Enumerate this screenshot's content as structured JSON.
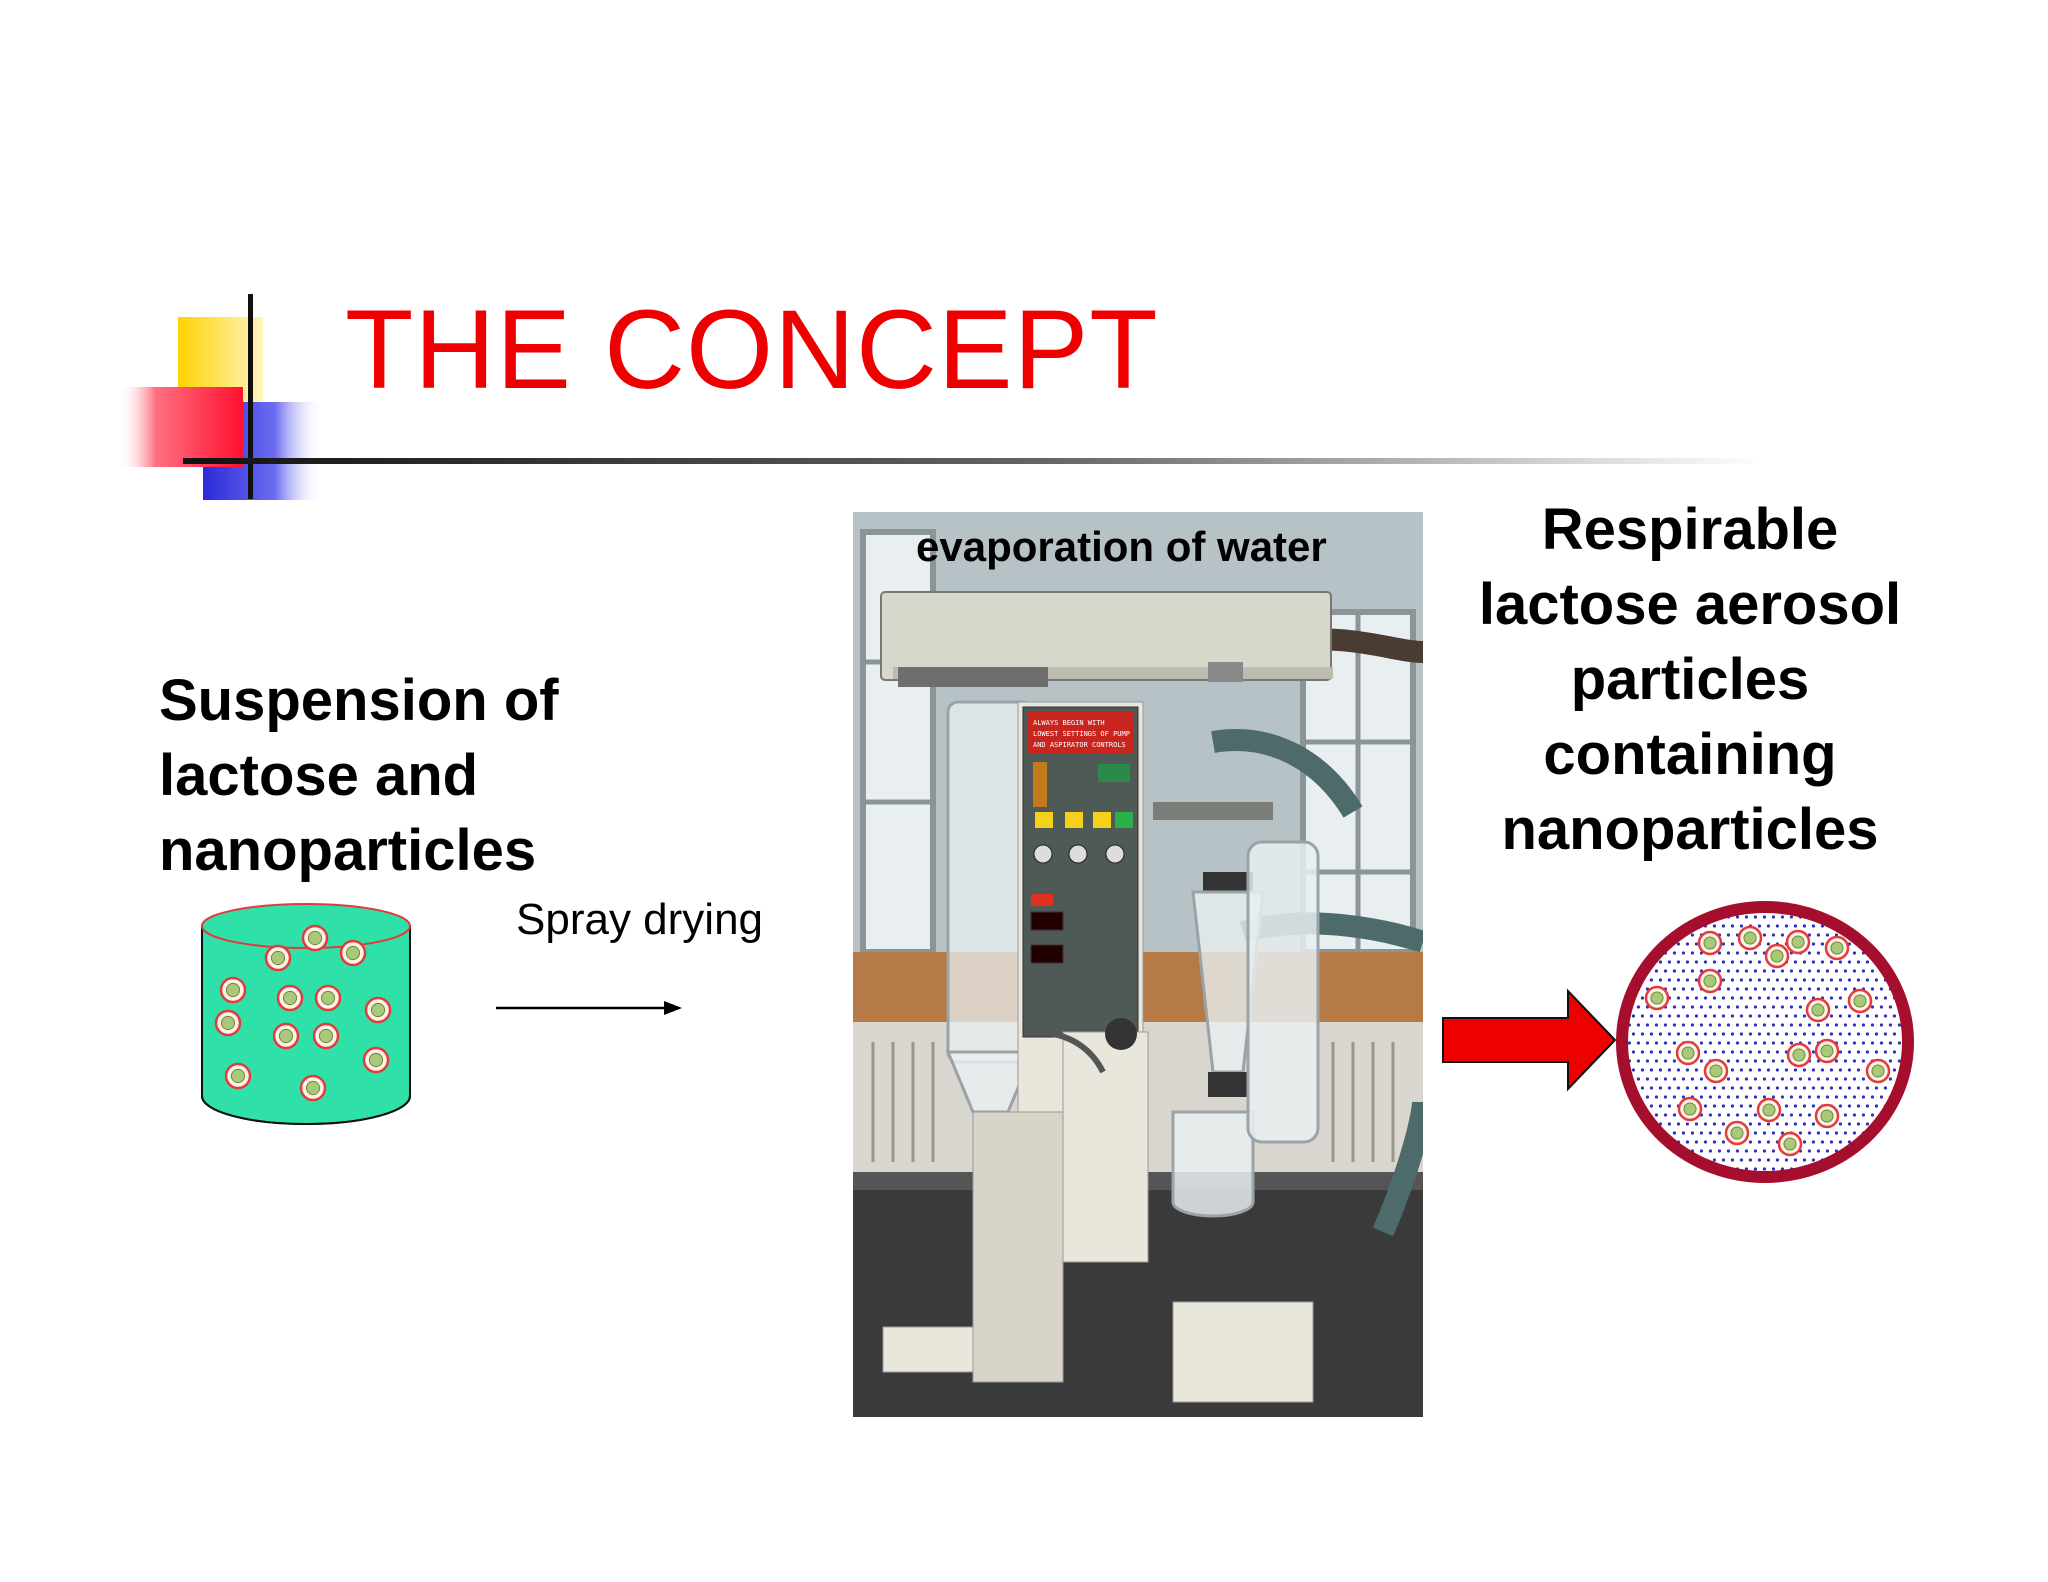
{
  "slide": {
    "title": "THE CONCEPT",
    "input_label": [
      "Suspension of",
      "lactose and",
      "nanoparticles"
    ],
    "process_label": "Spray drying",
    "photo_caption": "evaporation of water",
    "output_label": [
      "Respirable",
      "lactose aerosol",
      "particles",
      "containing",
      "nanoparticles"
    ]
  },
  "colors": {
    "title": "#ee0000",
    "container_fill": "#2fe0a8",
    "particle_ring": "#e23b3b",
    "output_circle_border": "#a50f2d",
    "output_dots": "#3030c0",
    "big_arrow": "#ee0000",
    "accent_yellow": "#ffd200",
    "accent_blue": "#2b2bd9",
    "accent_red": "#ff3040"
  },
  "icons": [
    "corner-accent-icon",
    "beaker-icon",
    "arrow-right-icon",
    "big-arrow-icon",
    "particle-circle-icon"
  ]
}
